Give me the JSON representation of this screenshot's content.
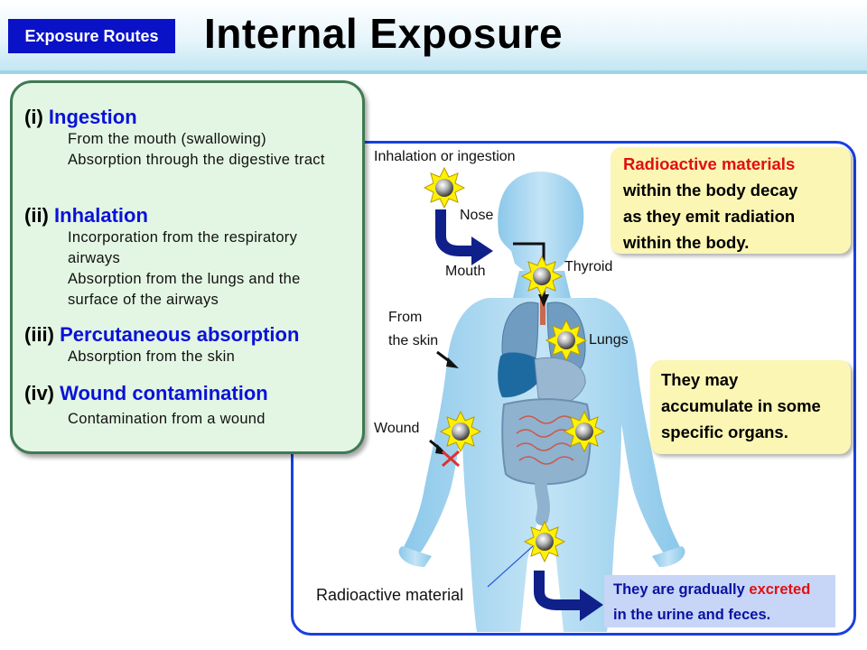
{
  "header": {
    "badge": "Exposure Routes",
    "title": "Internal Exposure"
  },
  "routes": [
    {
      "num": "(i)",
      "name": "Ingestion",
      "desc": [
        "From the mouth (swallowing)",
        "Absorption through the digestive tract"
      ]
    },
    {
      "num": "(ii)",
      "name": "Inhalation",
      "desc": [
        "Incorporation from  the respiratory airways",
        "Absorption from the lungs and the surface of the airways"
      ]
    },
    {
      "num": "(iii)",
      "name": "Percutaneous absorption",
      "desc": [
        "Absorption from the skin"
      ]
    },
    {
      "num": "(iv)",
      "name": "Wound contamination",
      "desc": [
        "Contamination from a wound"
      ]
    }
  ],
  "diagram": {
    "inhalation_or_ingestion": "Inhalation or ingestion",
    "nose": "Nose",
    "mouth": "Mouth",
    "thyroid": "Thyroid",
    "lungs": "Lungs",
    "from_the_skin_1": "From",
    "from_the_skin_2": "the skin",
    "wound": "Wound",
    "radioactive_material": "Radioactive material"
  },
  "callouts": {
    "decay_red": "Radioactive materials",
    "decay_rest": [
      "within the body decay",
      "as they emit radiation",
      "within the body."
    ],
    "accumulate": [
      "They may",
      "accumulate in some",
      "specific organs."
    ],
    "excrete_pre": "They are gradually ",
    "excrete_red": "excreted",
    "excrete_post": "in the urine and feces."
  },
  "colors": {
    "badge": "#0a12c8",
    "route_name": "#0a12d8",
    "panel_border": "#1840e0",
    "route_box_bg": "#e3f6e3",
    "callout_bg": "#fbf6b4",
    "excrete_bg": "#c7d5f7",
    "highlight_red": "#e01010",
    "arrow_navy": "#10208a",
    "body_blue": "#a9d7ef"
  }
}
